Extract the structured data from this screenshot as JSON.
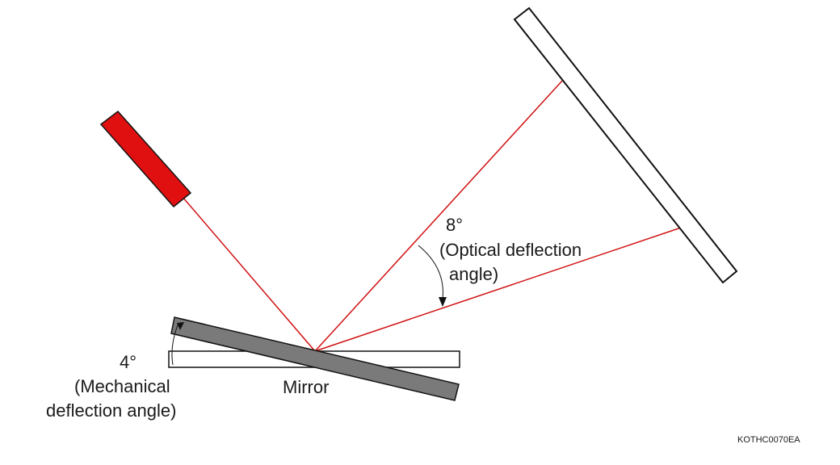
{
  "diagram": {
    "mechanical_angle": {
      "value": "4°",
      "caption_line1": "(Mechanical",
      "caption_line2": "deflection angle)"
    },
    "optical_angle": {
      "value": "8°",
      "caption_line1": "(Optical deflection",
      "caption_line2": "angle)"
    },
    "mirror_label": "Mirror",
    "figure_code": "KOTHC0070EA"
  },
  "colors": {
    "laser_beam": "#d11111",
    "laser_source": "#e01010",
    "tilted_mirror": "#7a7a7a",
    "outline": "#111111"
  }
}
